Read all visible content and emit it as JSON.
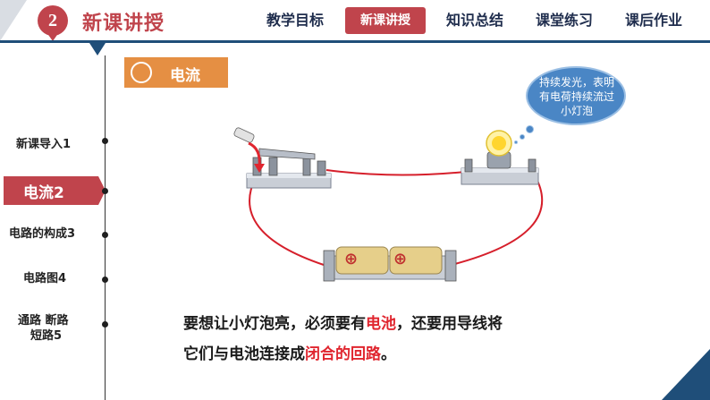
{
  "header": {
    "section_number": "2",
    "section_title": "新课讲授",
    "nav": [
      {
        "label": "教学目标",
        "active": false
      },
      {
        "label": "新课讲授",
        "active": true
      },
      {
        "label": "知识总结",
        "active": false
      },
      {
        "label": "课堂练习",
        "active": false
      },
      {
        "label": "课后作业",
        "active": false
      }
    ]
  },
  "sidebar": {
    "items": [
      {
        "label": "新课导入1"
      },
      {
        "label": "电流2",
        "active": true
      },
      {
        "label": "电路的构成3"
      },
      {
        "label": "电路图4"
      },
      {
        "label": "通路  断路"
      },
      {
        "label": "短路5"
      }
    ]
  },
  "topic": {
    "label": "电流"
  },
  "bubble": {
    "text": "持续发光，表明有电荷持续流过小灯泡"
  },
  "diagram": {
    "battery_symbols": [
      "⊕",
      "⊕"
    ]
  },
  "body": {
    "line1_a": "要想让小灯泡亮，必须要有",
    "line1_hl": "电池",
    "line1_b": "，还要用导线将",
    "line2_a": "它们与电池连接成",
    "line2_hl": "闭合的回路",
    "line2_b": "。"
  },
  "colors": {
    "accent_red": "#c0444c",
    "navy": "#1f4e79",
    "orange": "#e58f43",
    "highlight": "#e0262f",
    "bubble_blue": "#4a86c5"
  }
}
